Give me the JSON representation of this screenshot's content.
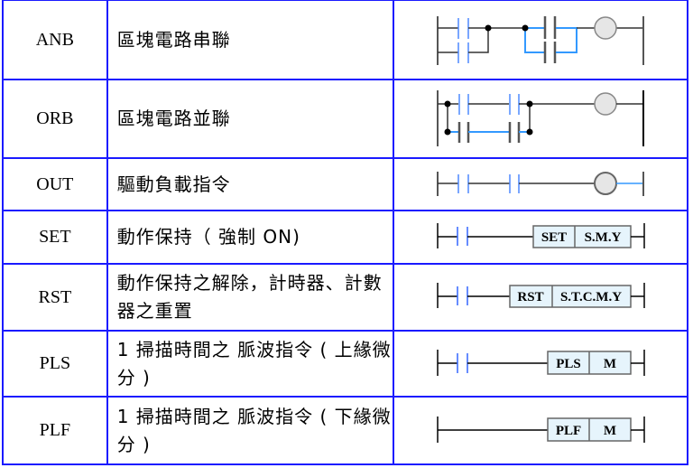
{
  "rows": [
    {
      "code": "ANB",
      "desc": "區塊電路串聯"
    },
    {
      "code": "ORB",
      "desc": "區塊電路並聯"
    },
    {
      "code": "OUT",
      "desc": "驅動負載指令"
    },
    {
      "code": "SET",
      "desc": "動作保持（ 強制 ON)"
    },
    {
      "code": "RST",
      "desc": "動作保持之解除，計時器、計數器之重置"
    },
    {
      "code": "PLS",
      "desc": "1 掃描時間之 脈波指令 ( 上緣微分 )"
    },
    {
      "code": "PLF",
      "desc": "1 掃描時間之 脈波指令 ( 下緣微分 )"
    }
  ],
  "boxes": {
    "set": {
      "op": "SET",
      "operand": "S.M.Y"
    },
    "rst": {
      "op": "RST",
      "operand": "S.T.C.M.Y"
    },
    "pls": {
      "op": "PLS",
      "operand": "M"
    },
    "plf": {
      "op": "PLF",
      "operand": "M"
    }
  },
  "colors": {
    "border": "#1a1aff",
    "highlight": "#3399ff",
    "box_fill": "#e6f4fc"
  }
}
